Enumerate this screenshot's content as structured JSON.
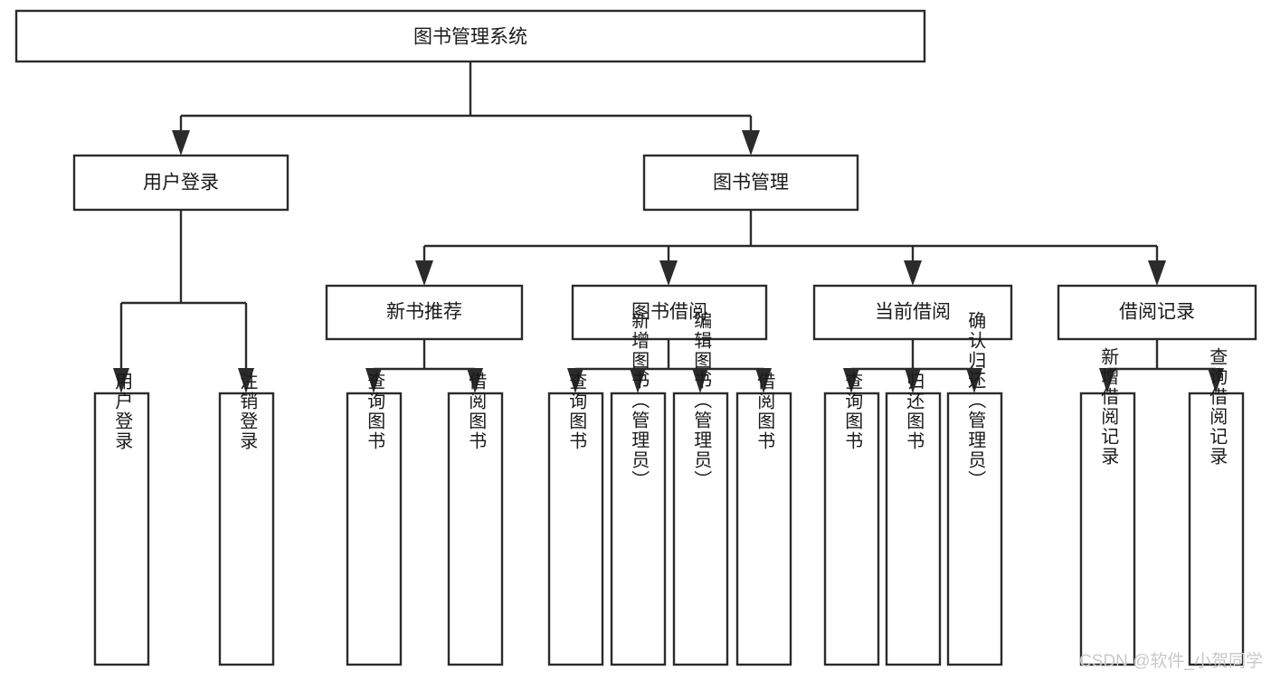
{
  "diagram": {
    "type": "hierarchy-tree",
    "title": "图书管理系统",
    "root": {
      "label": "图书管理系统",
      "orientation": "horizontal"
    },
    "level1": [
      {
        "label": "用户登录",
        "orientation": "horizontal"
      },
      {
        "label": "图书管理",
        "orientation": "horizontal"
      }
    ],
    "level2": [
      {
        "label": "新书推荐",
        "orientation": "horizontal"
      },
      {
        "label": "图书借阅",
        "orientation": "horizontal"
      },
      {
        "label": "当前借阅",
        "orientation": "horizontal"
      },
      {
        "label": "借阅记录",
        "orientation": "horizontal"
      }
    ],
    "leaves": {
      "user_login": [
        {
          "label": "用户登录",
          "orientation": "vertical"
        },
        {
          "label": "注销登录",
          "orientation": "vertical"
        }
      ],
      "new_book_recommend": [
        {
          "label": "查询图书",
          "orientation": "vertical"
        },
        {
          "label": "借阅图书",
          "orientation": "vertical"
        }
      ],
      "book_borrow": [
        {
          "label": "查询图书",
          "orientation": "vertical"
        },
        {
          "label": "新增图书（管理员）",
          "orientation": "vertical"
        },
        {
          "label": "编辑图书（管理员）",
          "orientation": "vertical"
        },
        {
          "label": "借阅图书",
          "orientation": "vertical"
        }
      ],
      "current_borrow": [
        {
          "label": "查询图书",
          "orientation": "vertical"
        },
        {
          "label": "归还图书",
          "orientation": "vertical"
        },
        {
          "label": "确认归还（管理员）",
          "orientation": "vertical"
        }
      ],
      "borrow_record": [
        {
          "label": "新增借阅记录",
          "orientation": "vertical"
        },
        {
          "label": "查询借阅记录",
          "orientation": "vertical"
        }
      ]
    },
    "colors": {
      "box_stroke": "#2b2b2b",
      "box_fill": "#ffffff",
      "connector": "#2b2b2b",
      "text": "#1a1a1a",
      "watermark": "#c9c9c9",
      "background": "#ffffff"
    }
  },
  "watermark": {
    "text": "CSDN @软件_小贺同学"
  }
}
